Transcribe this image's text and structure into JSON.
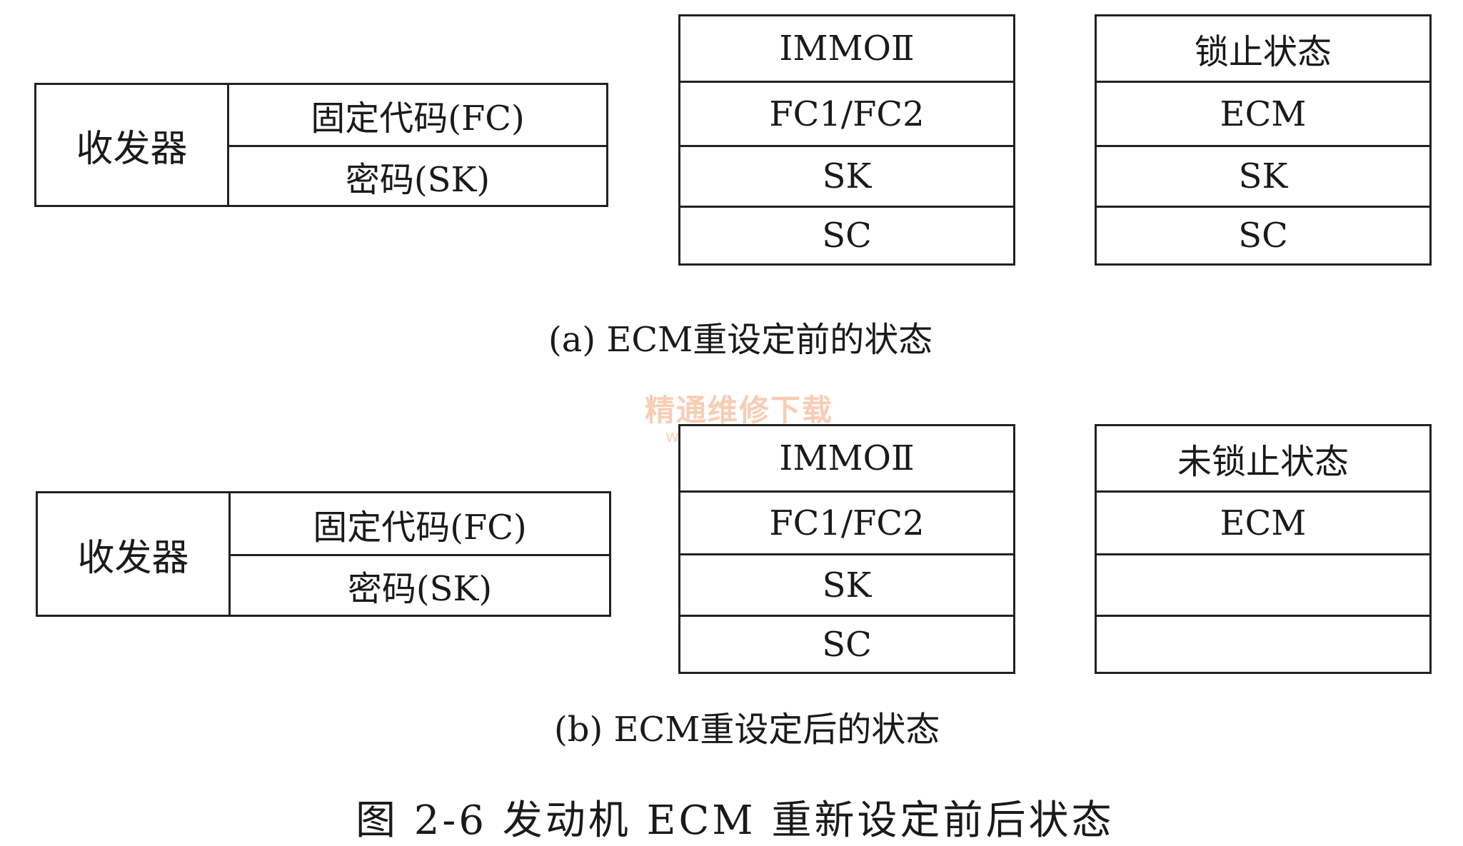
{
  "panel_a": {
    "transceiver": {
      "label": "收发器",
      "fixed_code": "固定代码(FC)",
      "secret_key": "密码(SK)"
    },
    "immo": {
      "rows": [
        "IMMOⅡ",
        "FC1/FC2",
        "SK",
        "SC"
      ]
    },
    "ecm": {
      "rows": [
        "锁止状态",
        "ECM",
        "SK",
        "SC"
      ]
    },
    "caption": "(a) ECM重设定前的状态"
  },
  "panel_b": {
    "transceiver": {
      "label": "收发器",
      "fixed_code": "固定代码(FC)",
      "secret_key": "密码(SK)"
    },
    "immo": {
      "rows": [
        "IMMOⅡ",
        "FC1/FC2",
        "SK",
        "SC"
      ]
    },
    "ecm": {
      "rows": [
        "未锁止状态",
        "ECM",
        "",
        ""
      ]
    },
    "caption": "(b) ECM重设定后的状态"
  },
  "figure_caption": "图 2-6   发动机 ECM 重新设定前后状态",
  "watermark": {
    "text": "精通维修下载",
    "url": "www.gzweix.com"
  }
}
